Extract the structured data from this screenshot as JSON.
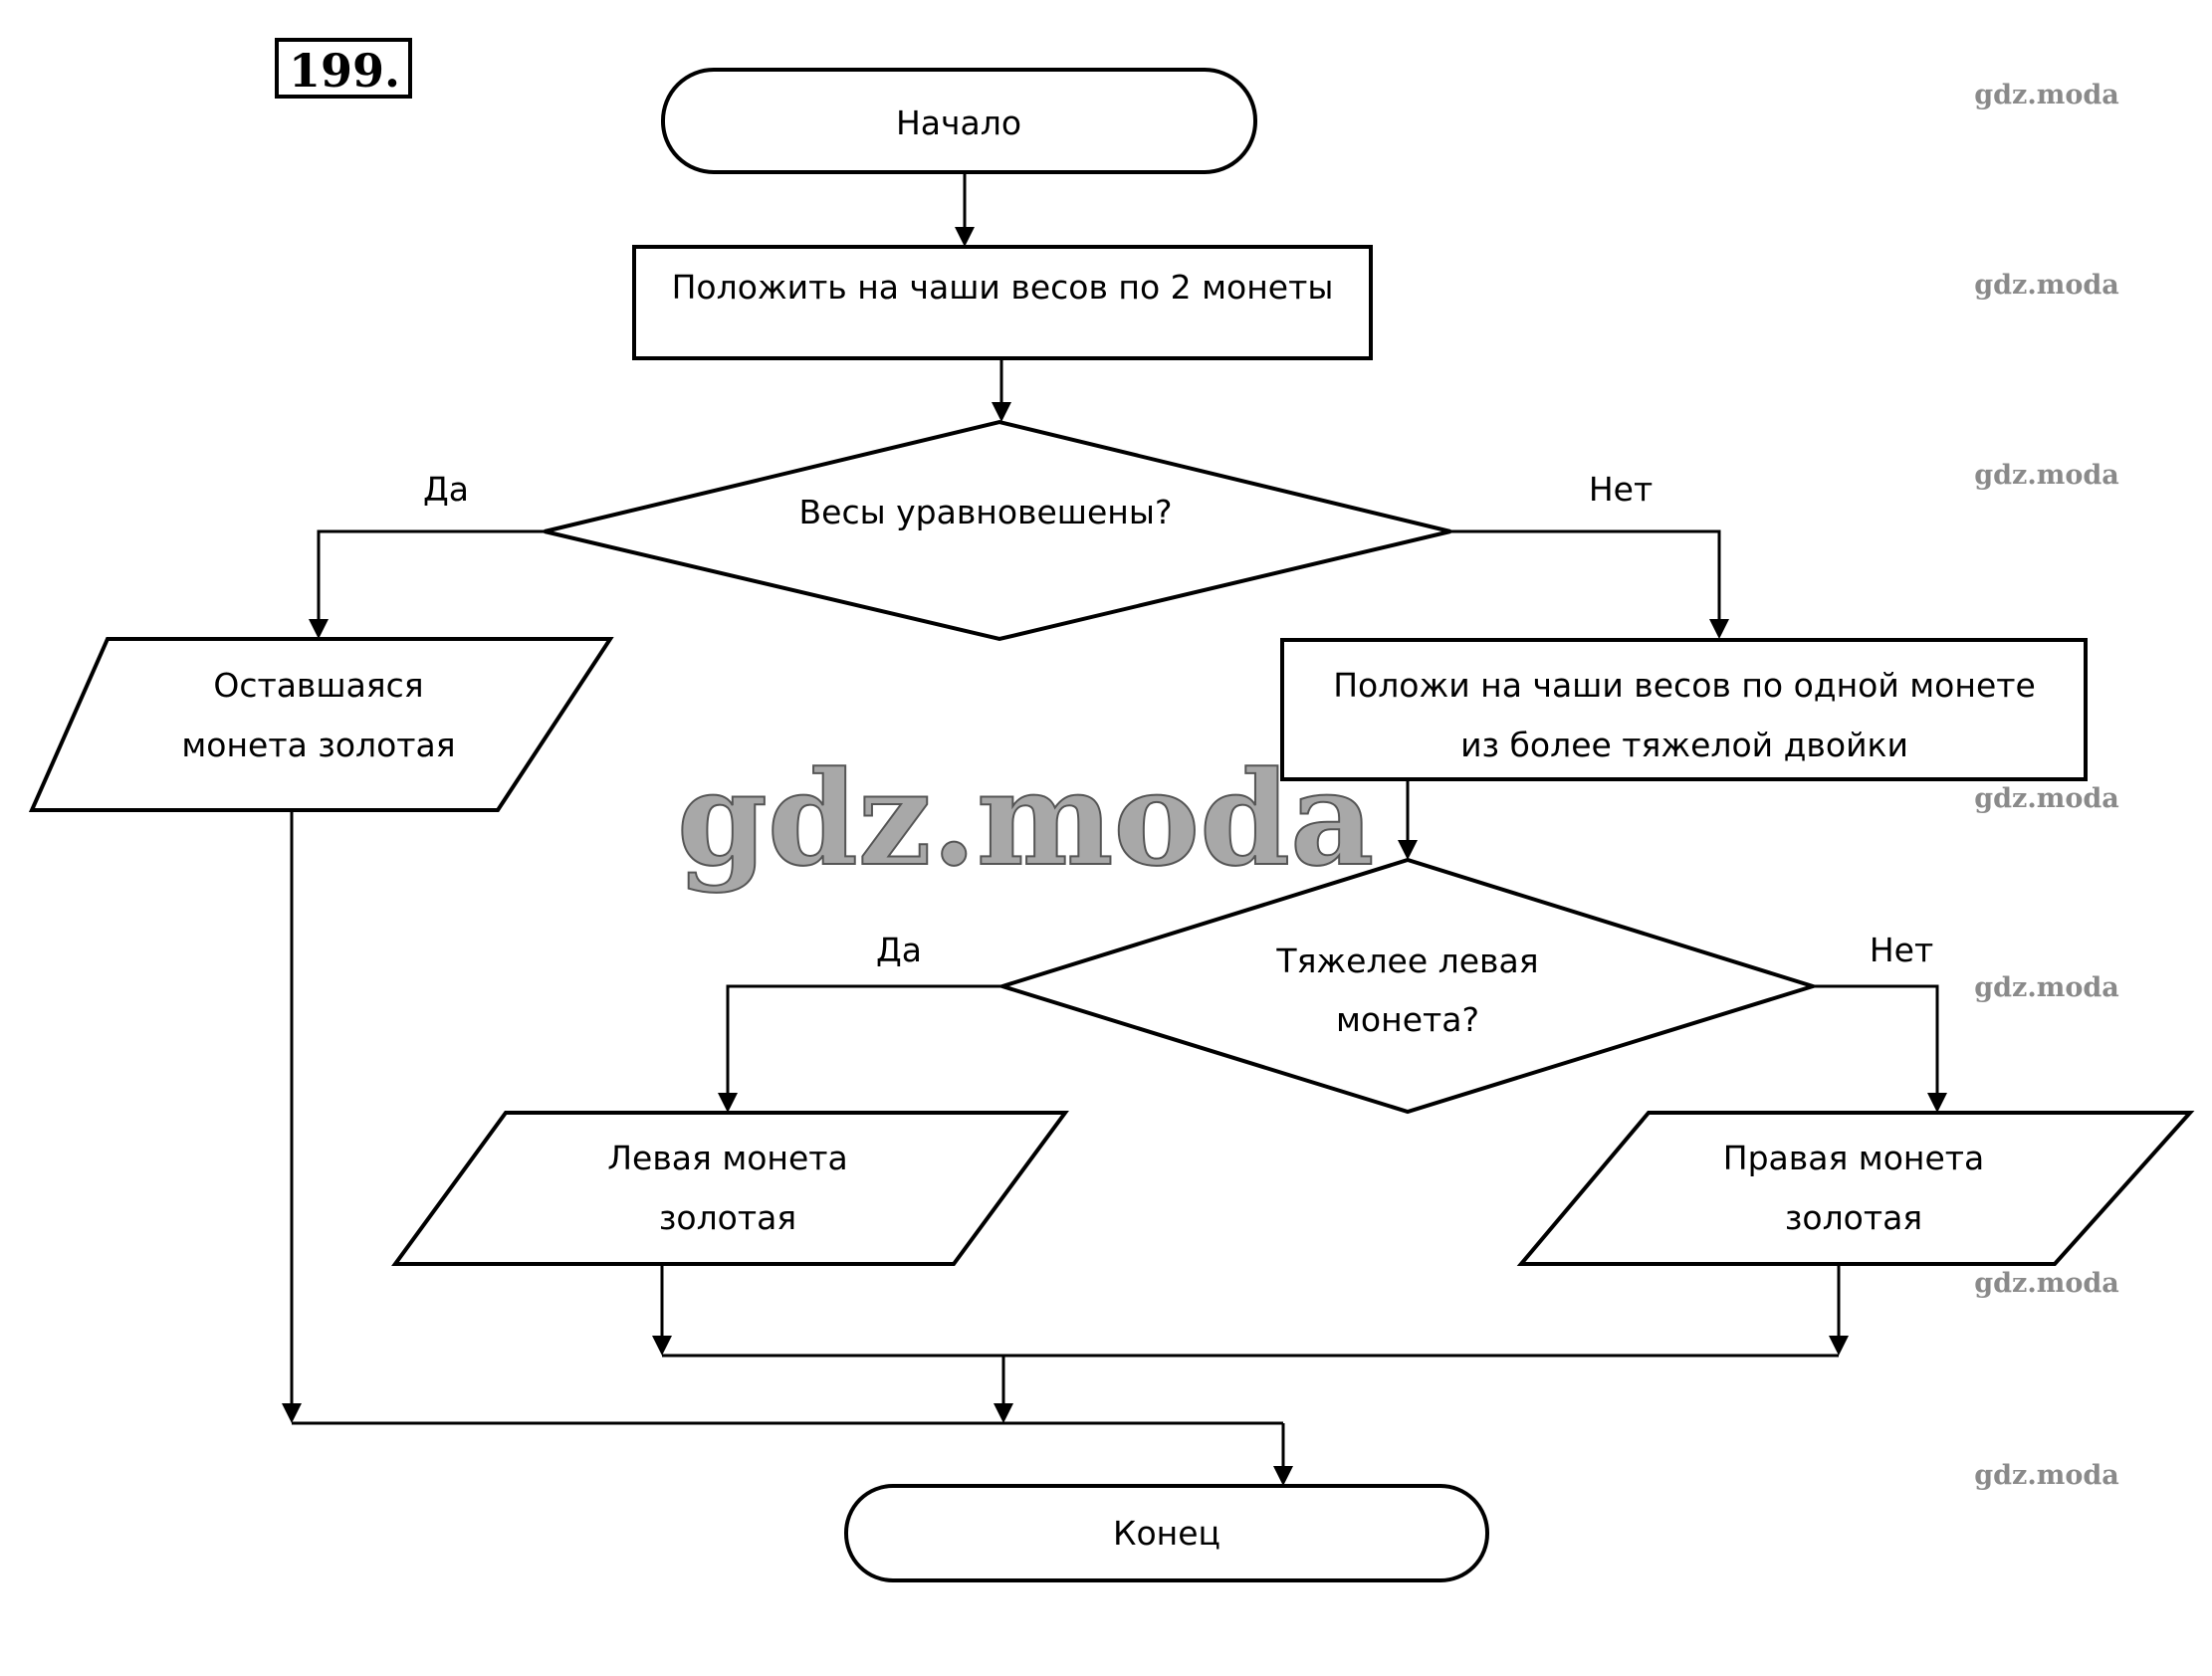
{
  "exercise_number": "199.",
  "nodes": {
    "start": "Начало",
    "step1": "Положить на чаши весов по 2 монеты",
    "decision1": "Весы уравновешены?",
    "result_remaining": [
      "Оставшаяся",
      "монета золотая"
    ],
    "step2": [
      "Положи на чаши весов по одной монете",
      "из более тяжелой двойки"
    ],
    "decision2": [
      "Тяжелее левая",
      "монета?"
    ],
    "result_left": [
      "Левая монета",
      "золотая"
    ],
    "result_right": [
      "Правая монета",
      "золотая"
    ],
    "end": "Конец"
  },
  "branch_labels": {
    "decision1_yes": "Да",
    "decision1_no": "Нет",
    "decision2_yes": "Да",
    "decision2_no": "Нет"
  },
  "watermark": {
    "small": "gdz.moda",
    "large": "gdz.moda"
  }
}
